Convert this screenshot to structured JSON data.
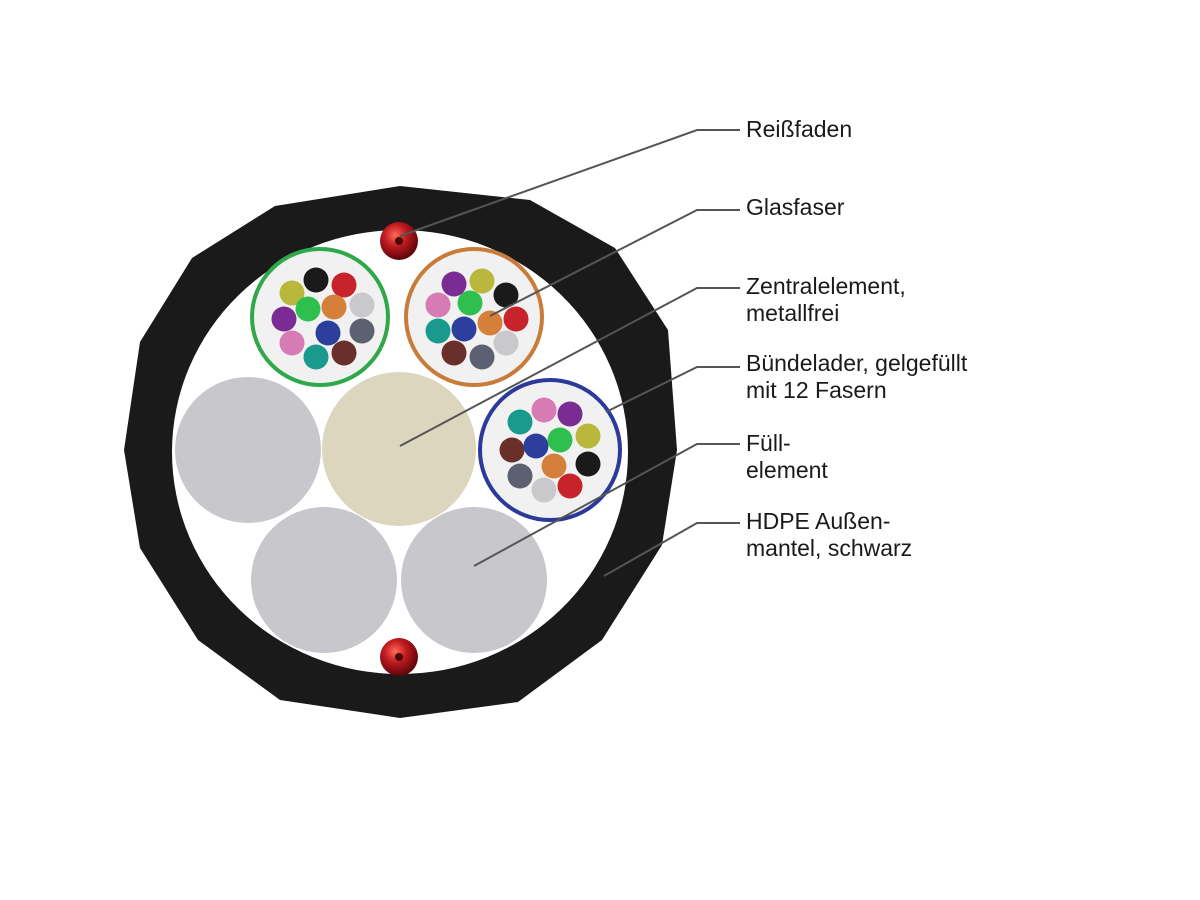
{
  "labels": {
    "ripcord": {
      "line1": "Reißfaden"
    },
    "fiber": {
      "line1": "Glasfaser"
    },
    "central": {
      "line1": "Zentralelement,",
      "line2": "metallfrei"
    },
    "tube": {
      "line1": "Bündelader, gelgefüllt",
      "line2": "mit 12 Fasern"
    },
    "filler": {
      "line1": "Füll-",
      "line2": "element"
    },
    "jacket": {
      "line1": "HDPE Außen-",
      "line2": "mantel, schwarz"
    }
  },
  "colors": {
    "jacket": "#1a1a1a",
    "filler": "#c8c8cc",
    "central": "#dcd6be",
    "ripcord": "#b3141c",
    "tube_green": "#2fa84a",
    "tube_orange": "#c97c3a",
    "tube_blue": "#2b3a9a",
    "leader_line": "#555555",
    "fiber_palette": [
      "#1a1a1a",
      "#c8222b",
      "#b9b83c",
      "#2fbf4f",
      "#d47f3a",
      "#c9c9cc",
      "#7b2b94",
      "#2c3f9c",
      "#5b6170",
      "#d67bb4",
      "#1a9a8c",
      "#6a2f2a"
    ]
  }
}
